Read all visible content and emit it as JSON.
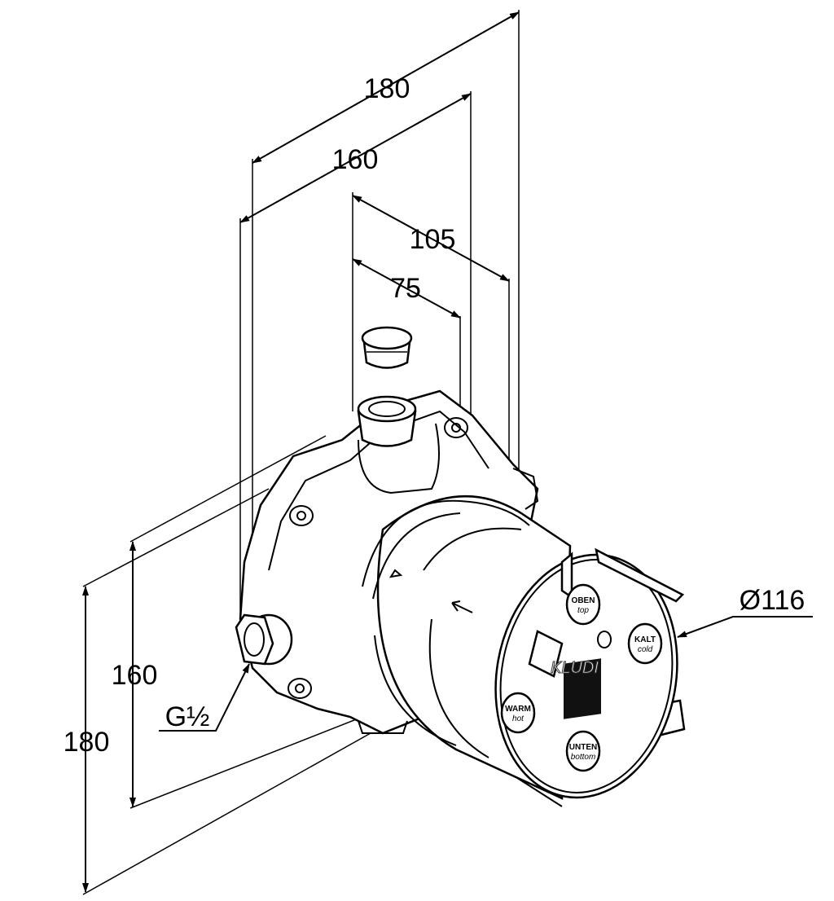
{
  "dimensions": {
    "depth_total": "180",
    "depth_160": "160",
    "depth_105": "105",
    "depth_75": "75",
    "height_160": "160",
    "height_180": "180",
    "diameter": "Ø116",
    "thread": "G½"
  },
  "cover_labels": {
    "top_de": "OBEN",
    "top_en": "top",
    "cold_de": "KALT",
    "cold_en": "cold",
    "warm_de": "WARM",
    "warm_en": "hot",
    "bottom_de": "UNTEN",
    "bottom_en": "bottom",
    "brand": "KLUDI"
  }
}
